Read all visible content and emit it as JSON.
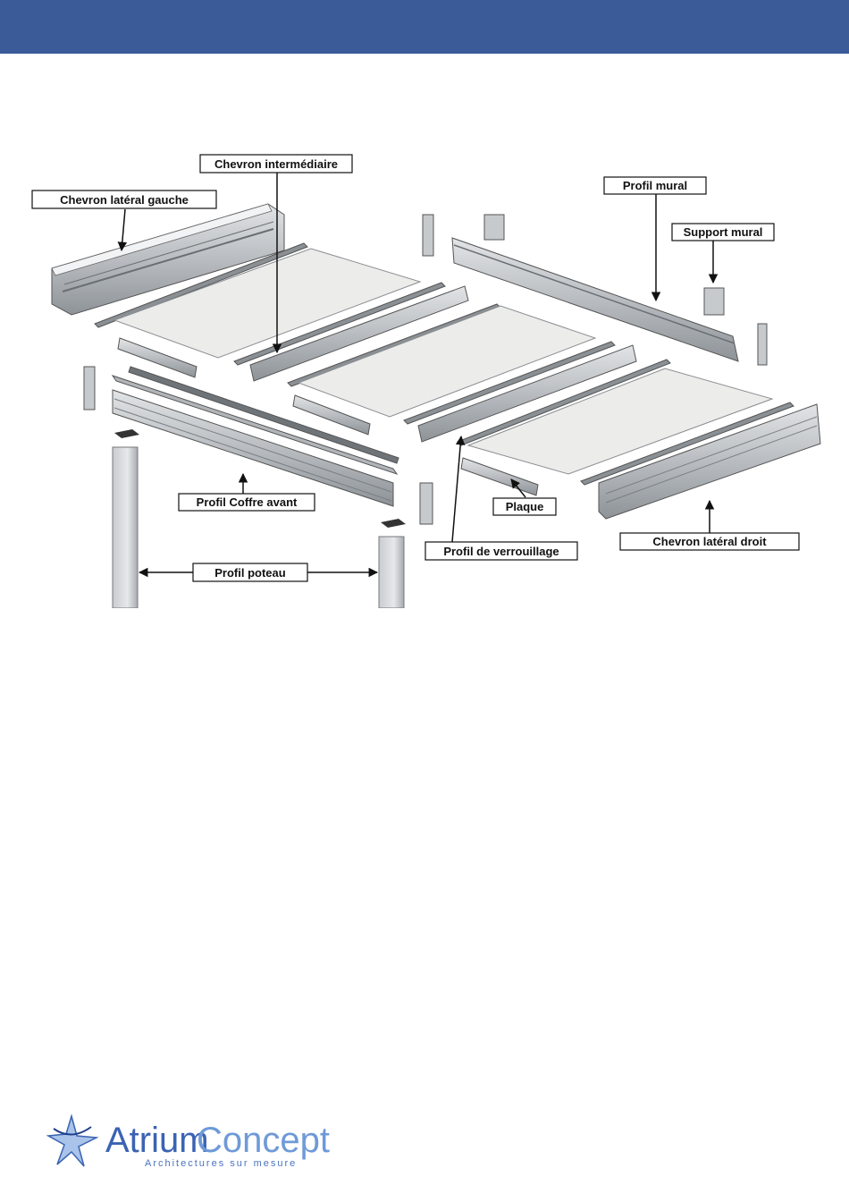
{
  "header": {
    "color": "#3a5a98"
  },
  "diagram": {
    "labels": {
      "chevron_intermediaire": "Chevron intermédiaire",
      "chevron_lateral_gauche": "Chevron latéral gauche",
      "profil_mural": "Profil mural",
      "support_mural": "Support mural",
      "profil_coffre_avant": "Profil Coffre avant",
      "plaque": "Plaque",
      "profil_poteau": "Profil poteau",
      "profil_de_verrouillage": "Profil de verrouillage",
      "chevron_lateral_droit": "Chevron latéral droit"
    }
  },
  "logo": {
    "brand_part1": "Atrium",
    "brand_part2": "Concept",
    "tagline": "Architectures sur mesure"
  }
}
